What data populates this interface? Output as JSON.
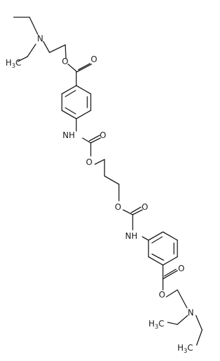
{
  "structure": {
    "atoms": {
      "n_top": "N",
      "h3c_top": "H",
      "h3c_top_sub": "3",
      "h3c_top_c": "C",
      "o_ester_top": "O",
      "o_carbonyl_top": "O",
      "nh_top": "NH",
      "o_carbamate_top": "O",
      "o_ether_top": "O",
      "o_ether_bottom": "O",
      "o_carbamate_bottom": "O",
      "nh_bottom": "NH",
      "o_carbonyl_bottom": "O",
      "o_ester_bottom": "O",
      "n_bottom": "N",
      "h3c_bottom_1": "H",
      "h3c_bottom_1_sub": "3",
      "h3c_bottom_1_c": "C",
      "h3c_bottom_2": "H",
      "h3c_bottom_2_sub": "3",
      "h3c_bottom_2_c": "C"
    }
  }
}
